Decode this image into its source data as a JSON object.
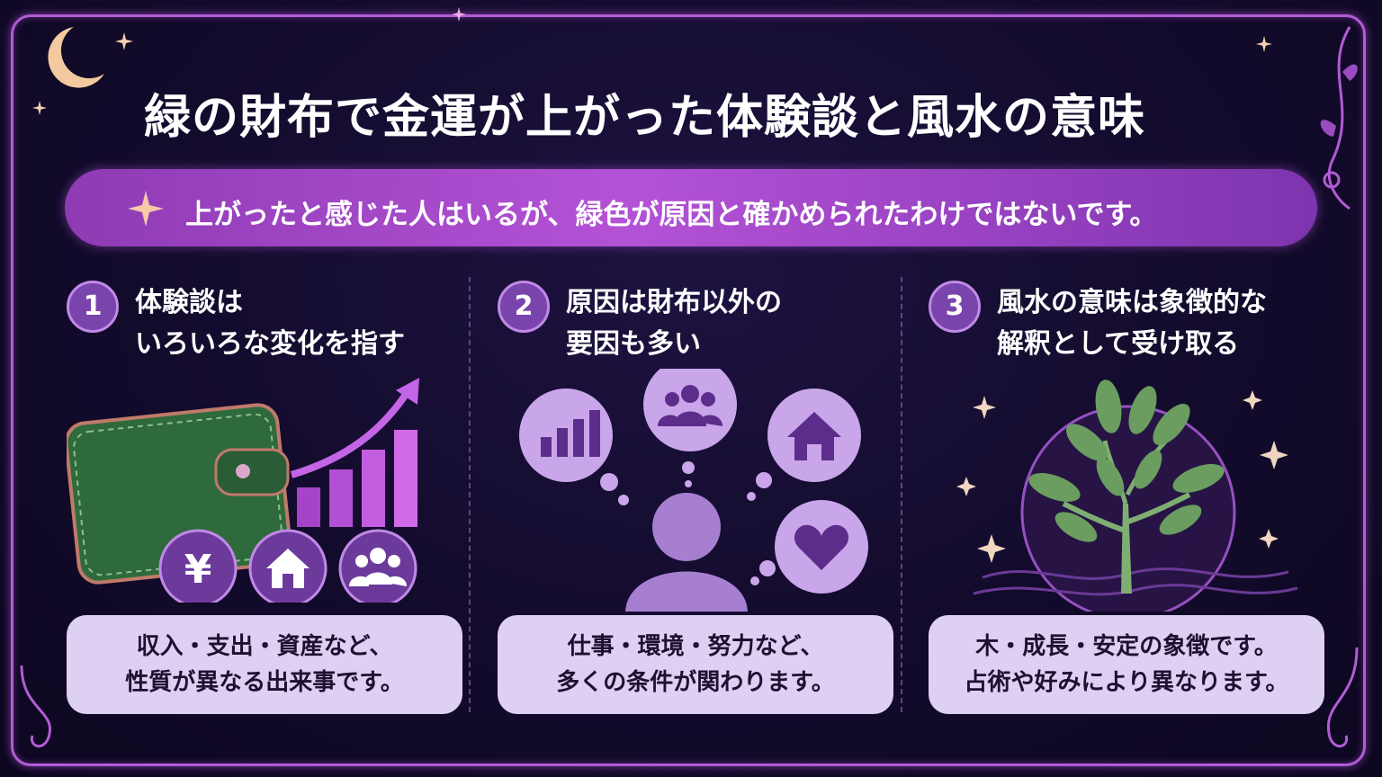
{
  "title": "緑の財布で金運が上がった体験談と風水の意味",
  "banner": "上がったと感じた人はいるが、緑色が原因と確かめられたわけではないです。",
  "colors": {
    "background": "#130b2c",
    "accent": "#b452d6",
    "box": "#ded0f2",
    "wallet": "#2f6a3c"
  },
  "sections": [
    {
      "number": "1",
      "heading_line1": "体験談は",
      "heading_line2": "いろいろな変化を指す",
      "icons": [
        "wallet-icon",
        "rising-chart-icon",
        "yen-icon",
        "house-icon",
        "people-icon"
      ],
      "yen": "¥",
      "box_line1": "収入・支出・資産など、",
      "box_line2": "性質が異なる出来事です。"
    },
    {
      "number": "2",
      "heading_line1": "原因は財布以外の",
      "heading_line2": "要因も多い",
      "icons": [
        "bar-chart-icon",
        "people-icon",
        "house-icon",
        "heart-icon",
        "person-icon"
      ],
      "box_line1": "仕事・環境・努力など、",
      "box_line2": "多くの条件が関わります。"
    },
    {
      "number": "3",
      "heading_line1": "風水の意味は象徴的な",
      "heading_line2": "解釈として受け取る",
      "icons": [
        "tree-icon"
      ],
      "box_line1": "木・成長・安定の象徴です。",
      "box_line2": "占術や好みにより異なります。"
    }
  ]
}
